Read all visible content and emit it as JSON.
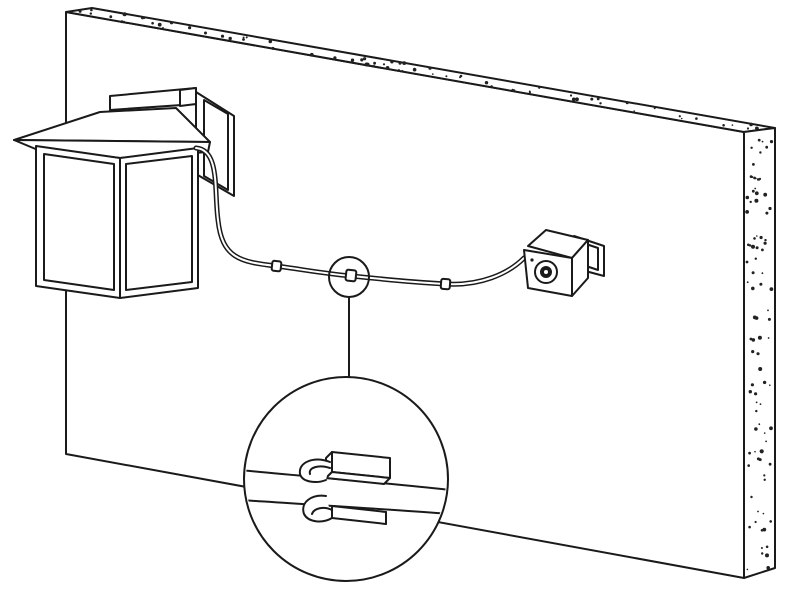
{
  "colors": {
    "line": "#1a1a1a",
    "fill": "#ffffff",
    "speckle": "#222222"
  },
  "icons": {
    "wall": "wall-panel",
    "lamp": "outdoor-lantern-icon",
    "camera": "security-camera-icon",
    "clip": "cable-clip-icon",
    "magnifier": "detail-callout-circle"
  },
  "diagram": {
    "cable_clips_on_wire": 3,
    "detail_shows": "cable-clip"
  }
}
